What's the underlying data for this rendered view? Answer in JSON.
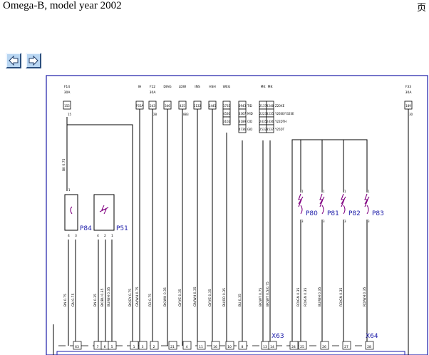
{
  "header": {
    "title": "Omega-B, model year 2002",
    "page_mark": "页"
  },
  "nav": {
    "back_icon": "arrow-left-icon",
    "forward_icon": "arrow-right-icon",
    "button_color": "#b9d6f2"
  },
  "colors": {
    "border": "#1a1aa8",
    "wire": "#000000",
    "component": "#1a1aa8",
    "sensor_symbol": "#800080"
  },
  "diagram": {
    "top_terminals": [
      {
        "label": "F14\n30A",
        "box": "155",
        "pin": "15"
      },
      {
        "label": "IH",
        "box": "F65A"
      },
      {
        "label": "F12\n30A",
        "box": "243",
        "pin": "28"
      },
      {
        "label": "DIAG",
        "box": "346"
      },
      {
        "label": "LDW",
        "box": "425",
        "pin": "883"
      },
      {
        "label": "INS",
        "box": "1132"
      },
      {
        "label": "HSH",
        "box": "1445"
      },
      {
        "label": "WEG",
        "box": [
          "1735",
          "4530",
          "3102"
        ]
      },
      {
        "label": "",
        "box": [
          "6943",
          "3367",
          "3189",
          "4736"
        ],
        "tags": [
          "TID",
          "MID",
          "CID",
          "GID"
        ]
      },
      {
        "label": "MK",
        "box": [
          "2137",
          "2223",
          "2435",
          "2532"
        ]
      },
      {
        "label": "MK",
        "box": [
          "4248",
          "3235",
          "2436",
          "3537"
        ],
        "tags": [
          "Z20XE",
          "Y26SE/Y32SE",
          "Y22DTH",
          "Y25DT"
        ]
      },
      {
        "label": "F33\n30A",
        "box": "189",
        "pin": "30"
      }
    ],
    "components": [
      {
        "id": "P84",
        "pins": [
          "4",
          "3"
        ],
        "top_pin": "1"
      },
      {
        "id": "P51",
        "pins": [
          "4",
          "2",
          "1"
        ]
      },
      {
        "id": "P80",
        "pins": [
          "1",
          "3"
        ]
      },
      {
        "id": "P81",
        "pins": [
          "1",
          "3"
        ]
      },
      {
        "id": "P82",
        "pins": [
          "1",
          "3"
        ]
      },
      {
        "id": "P83",
        "pins": [
          "1",
          "3"
        ]
      }
    ],
    "upper_wire_labels": [
      "BK 0.75"
    ],
    "wire_labels": [
      "BN 0.75",
      "GN 0.75",
      "BN 0.35",
      "BK/BU 0.35",
      "BU/WH 0.35",
      "BK/GY 0.75",
      "GN/WH 0.75",
      "RD 0.75",
      "BK/WH 0.35",
      "GY/YE 0.35",
      "GN/WH 0.35",
      "GY/YE 0.35",
      "BU/RD 0.35",
      "BU 0.35",
      "BK/WT 0.75",
      "BK/WT 0.5/0.75",
      "RD/GN 0.35",
      "RD/GN 0.35",
      "BU/WH 0.35",
      "RD/GN 0.35",
      "RD/WH 0.35"
    ],
    "bottom_pins": [
      "63",
      "7",
      "6",
      "5",
      "1",
      "3",
      "2",
      "21",
      "4",
      "11",
      "16",
      "10",
      "8",
      "13",
      "14",
      "24",
      "25",
      "26",
      "27",
      "28"
    ],
    "connectors": [
      "X63",
      "X64"
    ]
  }
}
